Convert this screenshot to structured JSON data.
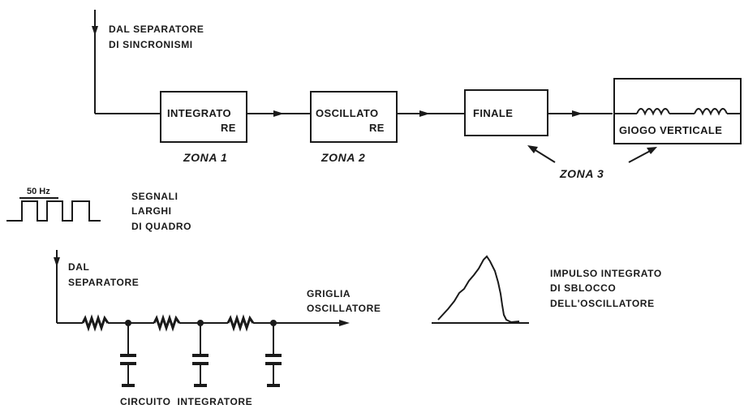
{
  "top": {
    "source_label_lines": [
      "DAL SEPARATORE",
      "DI SINCRONISMI"
    ],
    "blocks": {
      "integratore": [
        "INTEGRATO",
        "RE"
      ],
      "oscillatore": [
        "OSCILLATO",
        "RE"
      ],
      "finale": [
        "FINALE"
      ],
      "giogo": [
        "GIOGO VERTICALE"
      ]
    },
    "zones": {
      "zona1": "ZONA 1",
      "zona2": "ZONA 2",
      "zona3": "ZONA 3"
    }
  },
  "signal": {
    "frequency": "50 Hz",
    "label_lines": [
      "SEGNALI",
      "LARGHI",
      "DI QUADRO"
    ]
  },
  "bottom": {
    "source_label_lines": [
      "DAL",
      "SEPARATORE"
    ],
    "output_label_lines": [
      "GRIGLIA",
      "OSCILLATORE"
    ],
    "circuit_label": "CIRCUITO  INTEGRATORE",
    "pulse_label_lines": [
      "IMPULSO INTEGRATO",
      "DI SBLOCCO",
      "DELL'OSCILLATORE"
    ]
  }
}
